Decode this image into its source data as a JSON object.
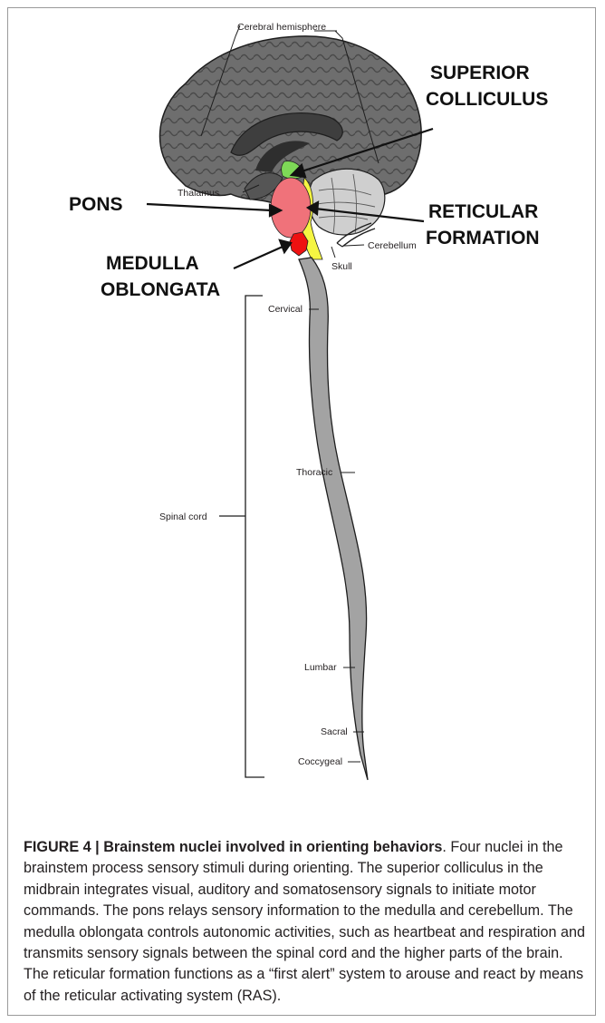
{
  "diagram": {
    "labels": {
      "cerebral_hemisphere": "Cerebral hemisphere",
      "thalamus": "Thalamus",
      "cerebellum": "Cerebellum",
      "skull": "Skull",
      "cervical": "Cervical",
      "thoracic": "Thoracic",
      "spinal_cord": "Spinal cord",
      "lumbar": "Lumbar",
      "sacral": "Sacral",
      "coccygeal": "Coccygeal"
    },
    "callouts": {
      "superior_colliculus_1": "SUPERIOR",
      "superior_colliculus_2": "COLLICULUS",
      "pons": "PONS",
      "reticular_formation_1": "RETICULAR",
      "reticular_formation_2": "FORMATION",
      "medulla_oblongata_1": "MEDULLA",
      "medulla_oblongata_2": "OBLONGATA"
    },
    "colors": {
      "superior_colliculus": "#7ed957",
      "pons": "#f0727a",
      "reticular_formation": "#f5f542",
      "medulla_oblongata": "#ee1111",
      "brain_gray": "#6e6e6e",
      "cord_gray": "#a3a3a3"
    }
  },
  "caption": {
    "figure_label": "FIGURE 4",
    "separator": " | ",
    "title": "Brainstem nuclei involved in orienting behaviors",
    "body": ". Four nuclei in the brainstem process sensory stimuli during orienting. The superior colliculus in the midbrain integrates visual, auditory and somatosensory signals to initiate motor commands. The pons relays sensory information to the medulla and cerebellum. The medulla oblongata controls autonomic activities, such as heartbeat and respiration and transmits sensory signals between the spinal cord and the higher parts of the brain. The reticular formation functions as a “first alert” system to arouse and react by means of the reticular activating system (RAS)."
  }
}
